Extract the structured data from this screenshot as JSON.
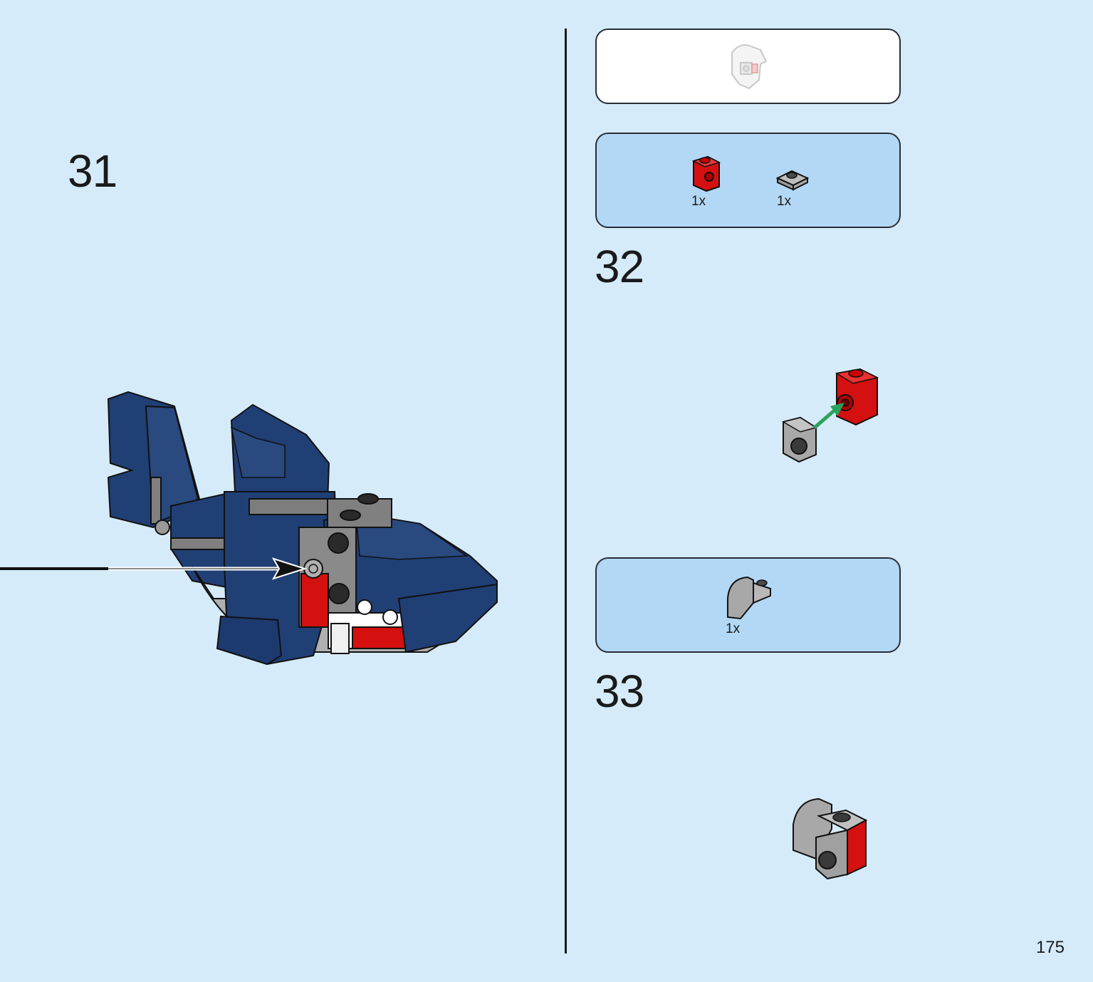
{
  "steps": [
    {
      "number": "31"
    },
    {
      "number": "32",
      "parts": [
        {
          "qty": "1x",
          "icon": "red-bracket-brick-icon"
        },
        {
          "qty": "1x",
          "icon": "gray-round-plate-icon"
        }
      ]
    },
    {
      "number": "33",
      "parts": [
        {
          "qty": "1x",
          "icon": "gray-curved-slope-icon"
        }
      ]
    }
  ],
  "page_number": "175",
  "colors": {
    "background": "#d5ebfa",
    "callout_fill": "#b3d8f5",
    "shark_blue": "#203f75",
    "brick_red": "#d41010",
    "brick_gray": "#a8a8a8",
    "arrow_green": "#2aa35a"
  }
}
